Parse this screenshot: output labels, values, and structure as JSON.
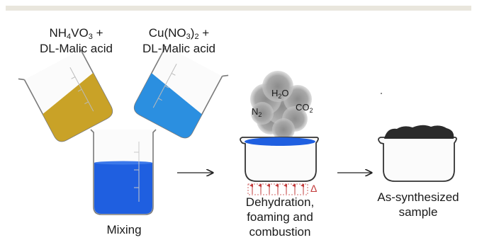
{
  "labels": {
    "reagent1_main": "NH",
    "reagent1_sub1": "4",
    "reagent1_mid": "VO",
    "reagent1_sub2": "3",
    "reagent1_tail": " +",
    "reagent1_line2": "DL-Malic acid",
    "reagent2_main": "Cu(NO",
    "reagent2_sub1": "3",
    "reagent2_mid": ")",
    "reagent2_sub2": "2",
    "reagent2_tail": " +",
    "reagent2_line2": "DL-Malic acid",
    "mixing": "Mixing",
    "gas_h2o_a": "H",
    "gas_h2o_sub": "2",
    "gas_h2o_b": "O",
    "gas_n2_a": "N",
    "gas_n2_sub": "2",
    "gas_co2_a": "CO",
    "gas_co2_sub": "2",
    "heat_symbol": "Δ",
    "step2_line1": "Dehydration,",
    "step2_line2": "foaming and",
    "step2_line3": "combustion",
    "step3_line1": "As-synthesized",
    "step3_line2": "sample"
  },
  "colors": {
    "topbar": "#e9e6dd",
    "vanadate_solution": "#c9a227",
    "copper_solution": "#2b8fe0",
    "mixed_solution": "#1f5fe0",
    "heat_arrows": "#c23a3a",
    "smoke": "#9a9a9a",
    "product": "#2b2b2b"
  },
  "icons": [
    "beaker-icon",
    "crucible-icon",
    "smoke-cloud-icon",
    "heat-arrow-icon",
    "process-arrow-icon"
  ]
}
